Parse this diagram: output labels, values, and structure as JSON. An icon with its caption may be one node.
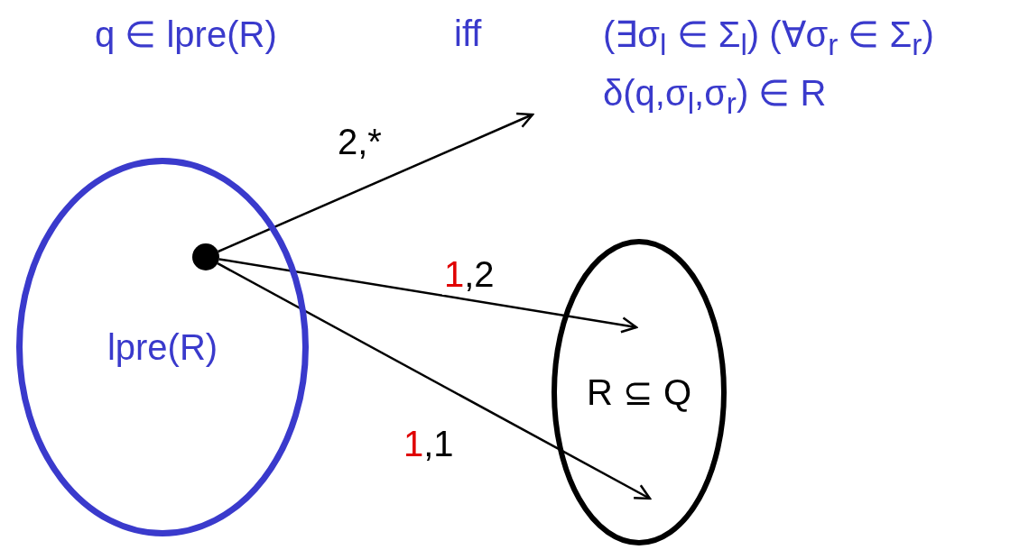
{
  "diagram": {
    "nodes": [
      {
        "text": [
          "lpre(R)"
        ]
      },
      {
        "text": [],
        "shape": "circle",
        "in": 0
      },
      {
        "text": [
          "R ⊆ Q"
        ]
      }
    ],
    "edges": [
      {
        "from": 1,
        "to": null,
        "arrow": "to",
        "label": "2,*"
      },
      {
        "from": 1,
        "to": 2,
        "arrow": "to",
        "label": "1,2"
      },
      {
        "from": 1,
        "to": 2,
        "arrow": "to",
        "label": "1,1"
      }
    ],
    "labels": [
      "q ∈ lpre(R)",
      "iff",
      "(∃σ$_{l}$ ∈ Σ$_{l}$) (∀σ$_{r}$ ∈ Σ$_{r}$)",
      "δ(q,σ$_{l}$,σ$_{r}$) ∈ R"
    ]
  }
}
